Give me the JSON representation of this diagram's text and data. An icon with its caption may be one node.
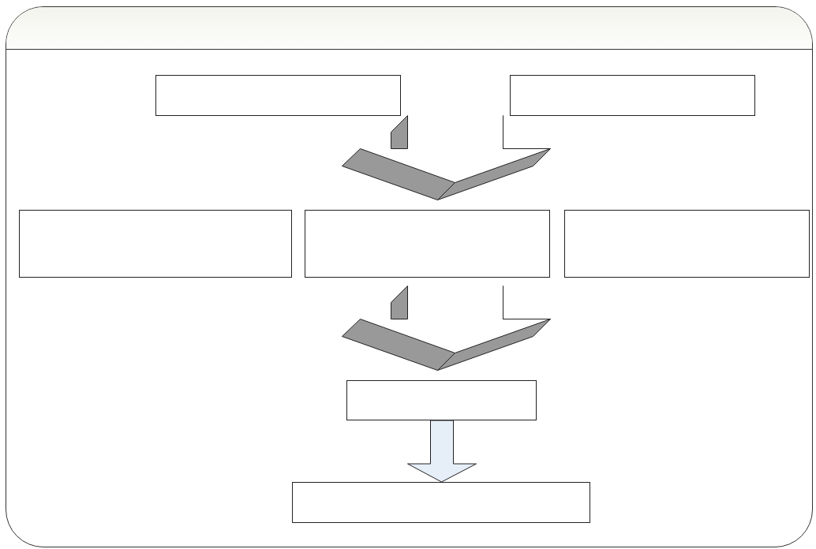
{
  "diagram": {
    "nodes": [
      {
        "text": [],
        "shape": "box"
      },
      {
        "text": [],
        "shape": "box",
        "in": 0
      },
      {
        "text": [],
        "shape": "box",
        "in": 0
      },
      {
        "text": [],
        "shape": "chevron",
        "in": 0
      },
      {
        "text": [],
        "shape": "box",
        "in": 0
      },
      {
        "text": [],
        "shape": "box",
        "in": 0
      },
      {
        "text": [],
        "shape": "box",
        "in": 0
      },
      {
        "text": [],
        "shape": "chevron",
        "in": 0
      },
      {
        "text": [],
        "shape": "box",
        "in": 0
      },
      {
        "text": [],
        "shape": "box",
        "in": 0
      }
    ],
    "edges": [
      {
        "from": 8,
        "to": 9,
        "arrow": "to"
      }
    ]
  }
}
